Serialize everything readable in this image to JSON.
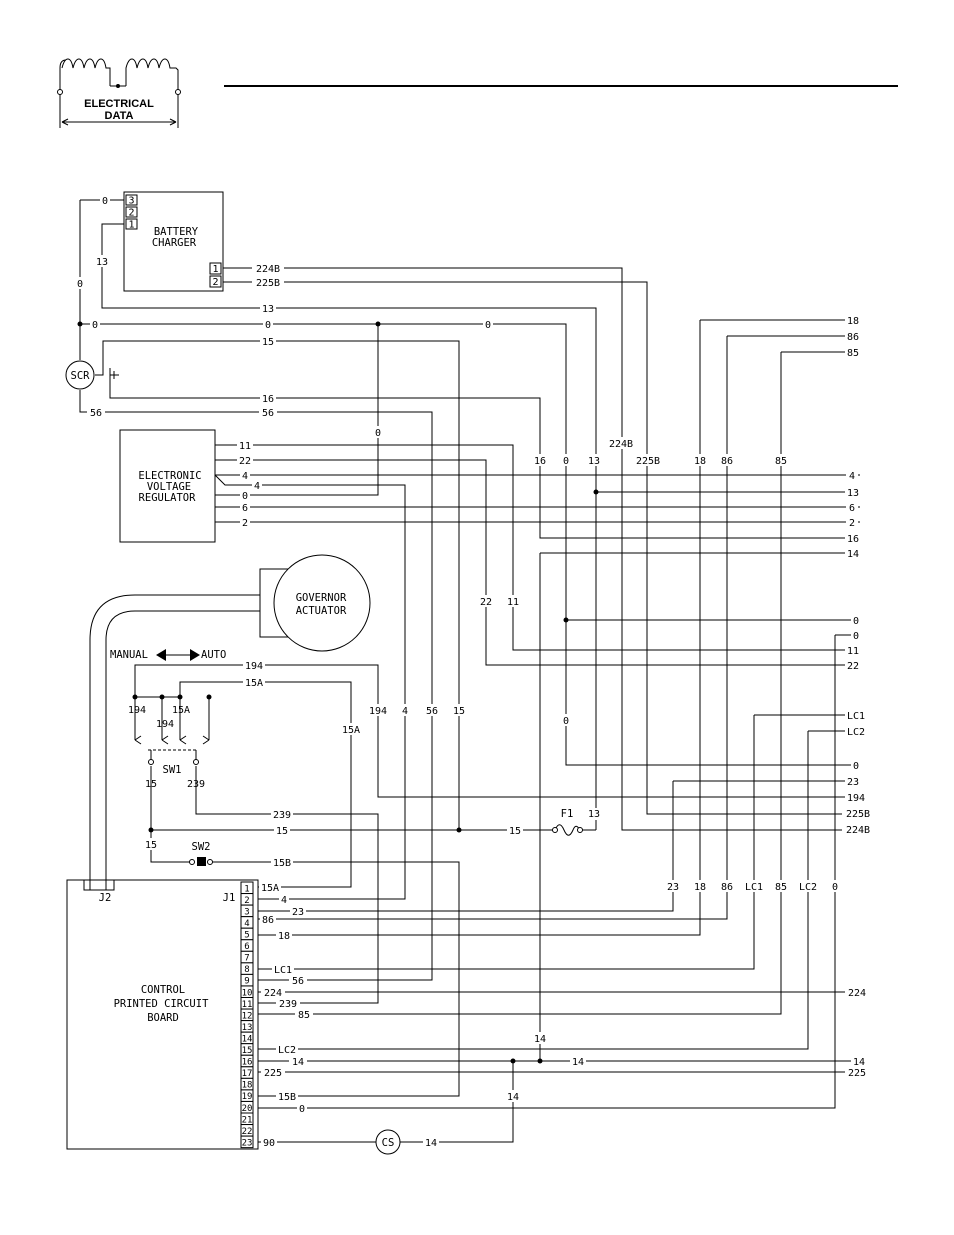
{
  "logo": {
    "line1": "ELECTRICAL",
    "line2": "DATA"
  },
  "components": {
    "battery_charger": [
      "BATTERY",
      "CHARGER"
    ],
    "evr": [
      "ELECTRONIC",
      "VOLTAGE",
      "REGULATOR"
    ],
    "governor": [
      "GOVERNOR",
      "ACTUATOR"
    ],
    "pcb": [
      "CONTROL",
      "PRINTED CIRCUIT",
      "BOARD"
    ],
    "scr": "SCR",
    "cs": "CS",
    "sw1": "SW1",
    "sw2": "SW2",
    "f1": "F1",
    "j1": "J1",
    "j2": "J2",
    "manual": "MANUAL",
    "auto": "AUTO"
  },
  "bc_pins": [
    "3",
    "2",
    "1"
  ],
  "bc_out_pins": [
    "1",
    "2"
  ],
  "j1_pins": [
    "1",
    "2",
    "3",
    "4",
    "5",
    "6",
    "7",
    "8",
    "9",
    "10",
    "11",
    "12",
    "13",
    "14",
    "15",
    "16",
    "17",
    "18",
    "19",
    "20",
    "21",
    "22",
    "23"
  ],
  "wires": {
    "w0": "0",
    "w13": "13",
    "w224B": "224B",
    "w225B": "225B",
    "w15": "15",
    "w16": "16",
    "w56": "56",
    "w11": "11",
    "w22": "22",
    "w4": "4",
    "w6": "6",
    "w2": "2",
    "w14": "14",
    "w18": "18",
    "w86": "86",
    "w85": "85",
    "w194": "194",
    "w15A": "15A",
    "w239": "239",
    "w15B": "15B",
    "w23": "23",
    "wLC1": "LC1",
    "wLC2": "LC2",
    "w224": "224",
    "w225": "225",
    "w90": "90"
  }
}
